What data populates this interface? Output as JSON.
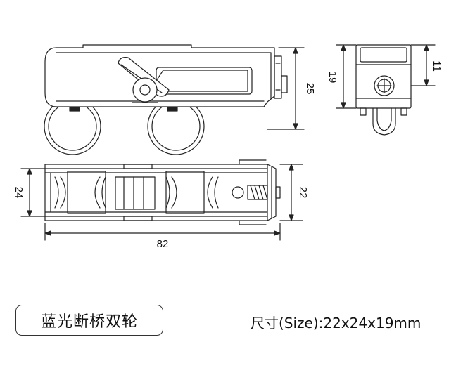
{
  "dimensions": {
    "side_height": "25",
    "end_height": "19",
    "end_top": "11",
    "plan_left": "24",
    "plan_right": "22",
    "plan_length": "82"
  },
  "product_label": "蓝光断桥双轮",
  "size_text": "尺寸(Size):22x24x19mm"
}
